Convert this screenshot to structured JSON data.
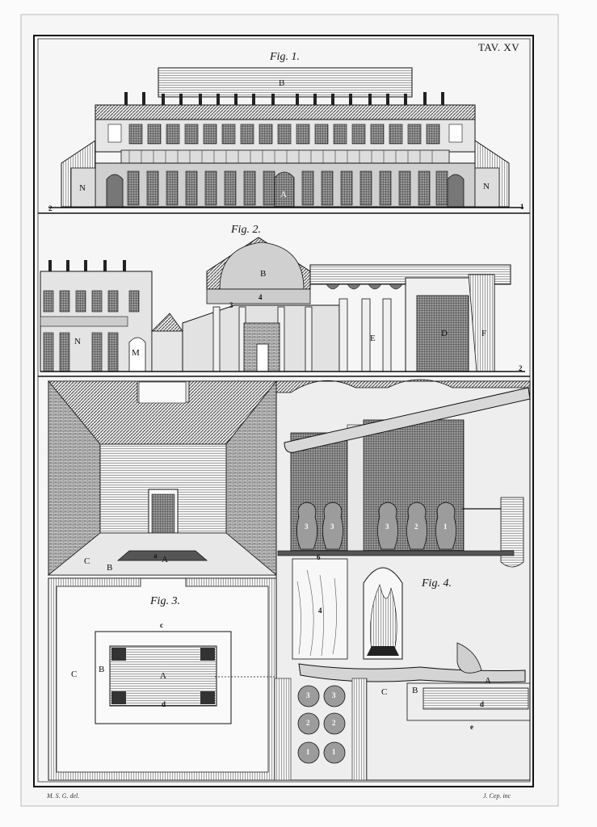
{
  "plate": {
    "title": "TAV. XV",
    "credit_left": "M. S. G. del.",
    "credit_right": "J. Cep. inc"
  },
  "fig1": {
    "caption": "Fig. 1.",
    "labels": {
      "B": "B",
      "A": "A",
      "N_left": "N",
      "N_right": "N",
      "one": "1",
      "two": "2"
    }
  },
  "fig2": {
    "caption": "Fig. 2.",
    "labels": {
      "B": "B",
      "N": "N",
      "M": "M",
      "E": "E",
      "D": "D",
      "F": "F",
      "four": "4",
      "three": "3",
      "two": "2"
    }
  },
  "fig3": {
    "caption": "Fig. 3.",
    "labels": {
      "A": "A",
      "B": "B",
      "C": "C",
      "a": "a",
      "c": "c",
      "d": "d"
    }
  },
  "fig4": {
    "caption": "Fig. 4.",
    "labels": {
      "A": "A",
      "B": "B",
      "C": "C",
      "d": "d",
      "e": "e",
      "one": "1",
      "two": "2",
      "three": "3",
      "four": "4",
      "six": "6"
    }
  },
  "colors": {
    "paper": "#fbfbfb",
    "ink": "#111111",
    "shade": "#555555",
    "mid": "#888888"
  }
}
